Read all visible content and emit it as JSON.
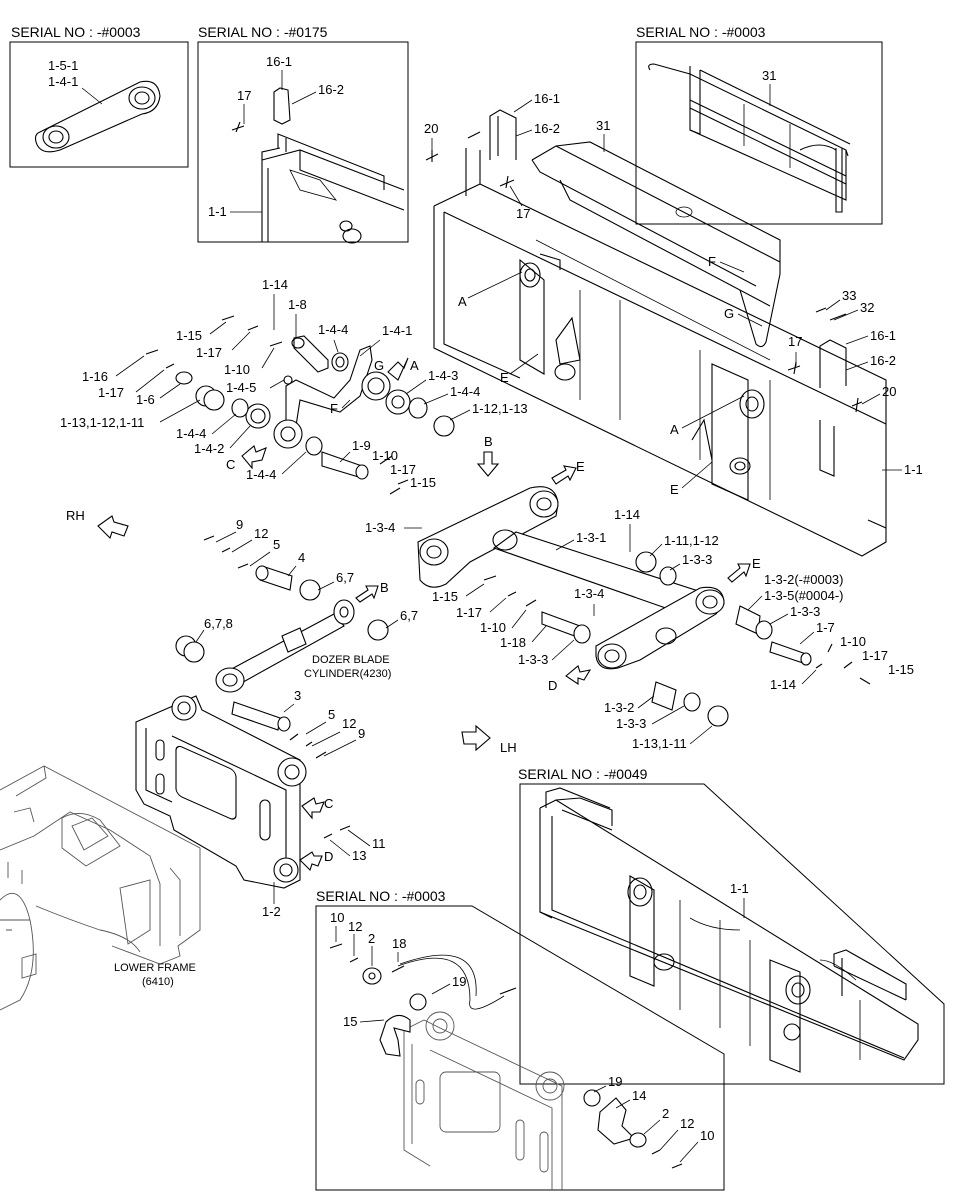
{
  "serial_boxes": [
    {
      "id": "tl",
      "label": "SERIAL NO : -#0003"
    },
    {
      "id": "tc",
      "label": "SERIAL NO : -#0175"
    },
    {
      "id": "tr",
      "label": "SERIAL NO : -#0003"
    },
    {
      "id": "br",
      "label": "SERIAL NO : -#0049"
    },
    {
      "id": "bc",
      "label": "SERIAL NO : -#0003"
    }
  ],
  "part_labels": {
    "p_151": "1-5-1",
    "p_141a": "1-4-1",
    "p_161a": "16-1",
    "p_17a": "17",
    "p_162a": "16-2",
    "p_11a": "1-1",
    "p_31a": "31",
    "p_20a": "20",
    "p_161b": "16-1",
    "p_162b": "16-2",
    "p_31b": "31",
    "p_17b": "17",
    "p_F1": "F",
    "p_A1": "A",
    "p_G1": "G",
    "p_E1": "E",
    "p_33": "33",
    "p_32": "32",
    "p_17c": "17",
    "p_161c": "16-1",
    "p_162c": "16-2",
    "p_20b": "20",
    "p_A2": "A",
    "p_E2": "E",
    "p_11b": "1-1",
    "p_114a": "1-14",
    "p_18": "1-8",
    "p_115a": "1-15",
    "p_117a": "1-17",
    "p_110a": "1-10",
    "p_144a": "1-4-4",
    "p_141b": "1-4-1",
    "p_G2": "G",
    "p_A3": "A",
    "p_116": "1-16",
    "p_117b": "1-17",
    "p_16": "1-6",
    "p_1131211a": "1-13,1-12,1-11",
    "p_145": "1-4-5",
    "p_143": "1-4-3",
    "p_144b": "1-4-4",
    "p_112113": "1-12,1-13",
    "p_F2": "F",
    "p_144c": "1-4-4",
    "p_142": "1-4-2",
    "p_C1": "C",
    "p_144d": "1-4-4",
    "p_19": "1-9",
    "p_110b": "1-10",
    "p_117c": "1-17",
    "p_115b": "1-15",
    "p_B1": "B",
    "p_E3": "E",
    "p_RH": "RH",
    "p_134a": "1-3-4",
    "p_131": "1-3-1",
    "p_114b": "1-14",
    "p_111112": "1-11,1-12",
    "p_133a": "1-3-3",
    "p_E4": "E",
    "p_132a": "1-3-2(-#0003)",
    "p_135": "1-3-5(#0004-)",
    "p_133b": "1-3-3",
    "p_9a": "9",
    "p_12a": "12",
    "p_5a": "5",
    "p_4": "4",
    "p_67a": "6,7",
    "p_B2": "B",
    "p_67b": "6,7",
    "p_678": "6,7,8",
    "p_115c": "1-15",
    "p_134b": "1-3-4",
    "p_117d": "1-17",
    "p_110c": "1-10",
    "p_118": "1-18",
    "p_133c": "1-3-3",
    "p_17d": "1-7",
    "p_110d": "1-10",
    "p_117e": "1-17",
    "p_115d": "1-15",
    "p_114c": "1-14",
    "p_D1": "D",
    "p_132b": "1-3-2",
    "p_133d": "1-3-3",
    "p_113111": "1-13,1-11",
    "p_dozer1": "DOZER BLADE",
    "p_dozer2": "CYLINDER(4230)",
    "p_3": "3",
    "p_5b": "5",
    "p_12b": "12",
    "p_9b": "9",
    "p_LH": "LH",
    "p_C2": "C",
    "p_13": "13",
    "p_11": "11",
    "p_D2": "D",
    "p_12c": "1-2",
    "p_lower1": "LOWER FRAME",
    "p_lower2": "(6410)",
    "p_11c": "1-1",
    "p_10a": "10",
    "p_12d": "12",
    "p_2a": "2",
    "p_18b": "18",
    "p_19b": "19",
    "p_15": "15",
    "p_19c": "19",
    "p_14": "14",
    "p_2b": "2",
    "p_12e": "12",
    "p_10b": "10"
  }
}
